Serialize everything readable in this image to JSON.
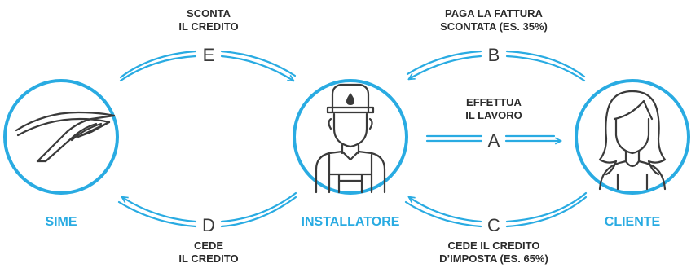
{
  "colors": {
    "accent": "#29abe2",
    "text": "#2b2b2b"
  },
  "nodes": {
    "sime": {
      "label": "SIME",
      "icon": "sime-logo-icon"
    },
    "installatore": {
      "label": "INSTALLATORE",
      "icon": "worker-icon"
    },
    "cliente": {
      "label": "CLIENTE",
      "icon": "woman-icon"
    }
  },
  "edges": {
    "a": {
      "letter": "A",
      "line1": "EFFETTUA",
      "line2": "IL LAVORO"
    },
    "b": {
      "letter": "B",
      "line1": "PAGA LA FATTURA",
      "line2": "SCONTATA (ES. 35%)"
    },
    "c": {
      "letter": "C",
      "line1": "CEDE IL CREDITO",
      "line2": "D’IMPOSTA (ES. 65%)"
    },
    "d": {
      "letter": "D",
      "line1": "CEDE",
      "line2": "IL CREDITO"
    },
    "e": {
      "letter": "E",
      "line1": "SCONTA",
      "line2": "IL CREDITO"
    }
  }
}
